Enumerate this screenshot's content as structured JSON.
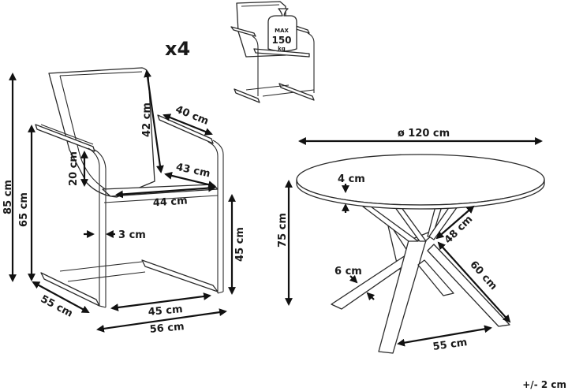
{
  "quantity_label": "x4",
  "weight_badge": {
    "line1": "MAX",
    "line2": "150",
    "line3": "kg"
  },
  "chair": {
    "dimensions": {
      "total_height": "85 cm",
      "armrest_height": "65 cm",
      "backrest_height": "42 cm",
      "armrest_length": "40 cm",
      "armrest_to_seat": "20 cm",
      "seat_depth": "43 cm",
      "seat_width": "44 cm",
      "frame_thickness": "3 cm",
      "seat_height": "45 cm",
      "depth": "55 cm",
      "inner_width": "45 cm",
      "total_width": "56 cm"
    }
  },
  "table": {
    "dimensions": {
      "diameter": "ø 120 cm",
      "top_thickness": "4 cm",
      "height": "75 cm",
      "leg_upper": "48 cm",
      "leg_lower": "60 cm",
      "leg_width": "6 cm",
      "leg_spread": "55 cm"
    }
  },
  "tolerance": "+/- 2 cm"
}
